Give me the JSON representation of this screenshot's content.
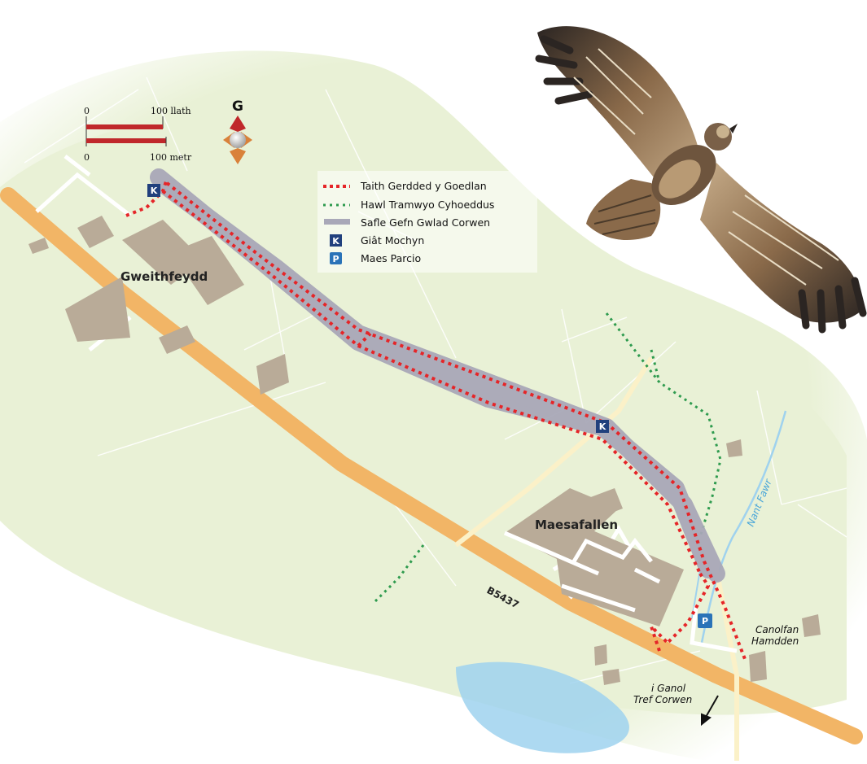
{
  "places": {
    "gweithfeydd": "Gweithfeydd",
    "maesafallen": "Maesafallen",
    "canolfan_line1": "Canolfan",
    "canolfan_line2": "Hamdden",
    "town_line1": "i Ganol",
    "town_line2": "Tref Corwen",
    "road": "B5437",
    "stream": "Nant Fawr"
  },
  "scale": {
    "zero_top": "0",
    "yards": "100 llath",
    "zero_bottom": "0",
    "metres": "100 metr"
  },
  "compass": {
    "north_letter": "G"
  },
  "legend": {
    "items": [
      {
        "label": "Taith Gerdded y Goedlan",
        "symbol": "red-dotted-line",
        "color": "#e52528"
      },
      {
        "label": "Hawl Tramwyo Cyhoeddus",
        "symbol": "green-dotted-line",
        "color": "#2e9b4e"
      },
      {
        "label": "Safle Gefn Gwlad Corwen",
        "symbol": "grey-band",
        "color": "#a9a8b8"
      },
      {
        "label": "Giât Mochyn",
        "symbol": "K",
        "color": "#21407d"
      },
      {
        "label": "Maes Parcio",
        "symbol": "P",
        "color": "#2a73b8"
      }
    ]
  },
  "map_symbols": {
    "gate": "K",
    "parking": "P"
  },
  "colors": {
    "land": "#e9f1d6",
    "road": "#f2b566",
    "building": "#b9ab98",
    "walk": "#e52528",
    "right_of_way": "#2e9b4e",
    "site": "#a9a8b8",
    "water": "#9fd2ee"
  },
  "icons": [
    "compass-rose-icon",
    "buzzard-illustration",
    "direction-arrow-icon"
  ]
}
